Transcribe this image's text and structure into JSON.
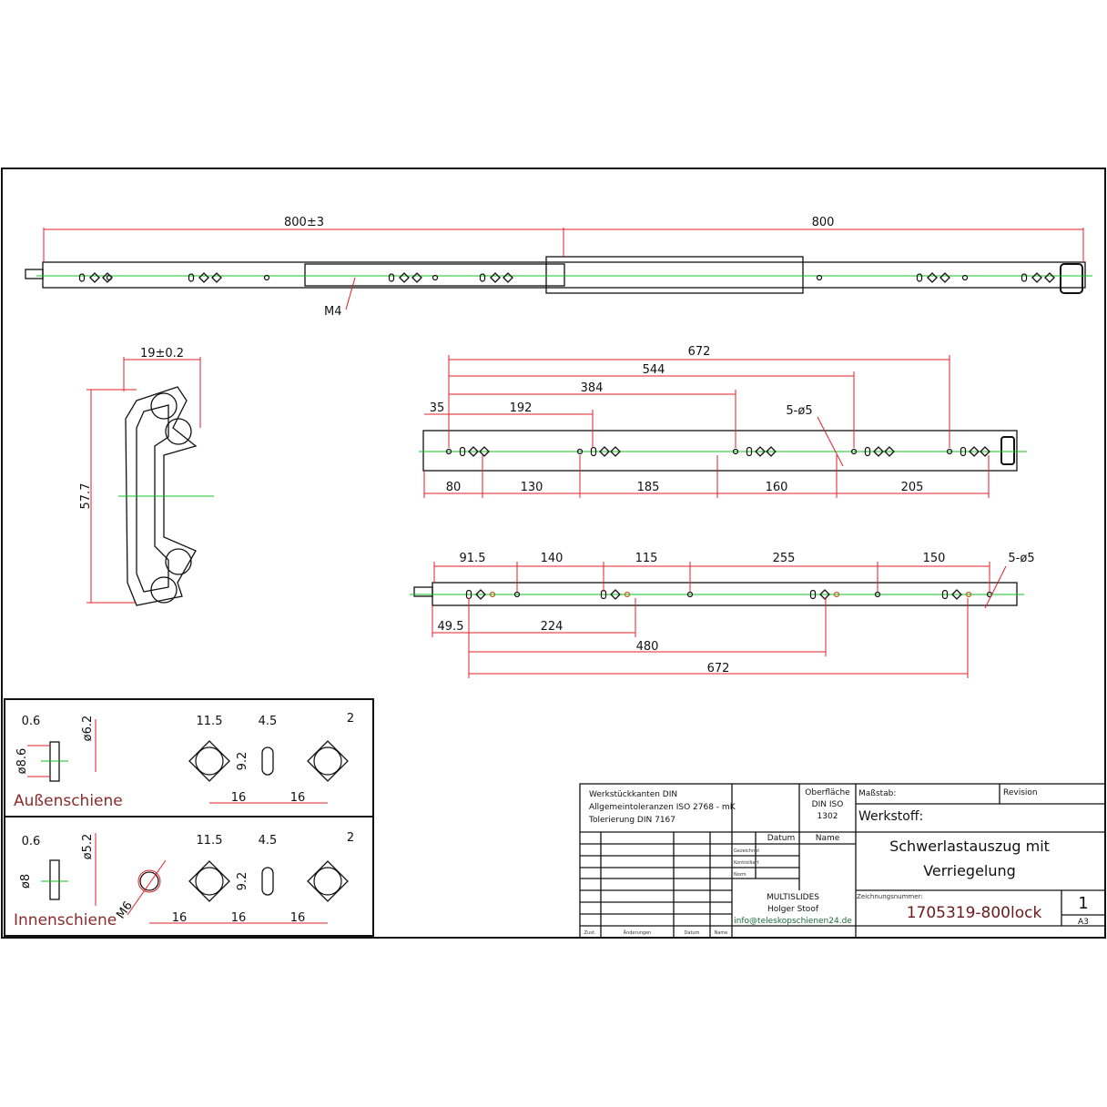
{
  "top_view": {
    "dims": [
      "800±3",
      "800"
    ],
    "thread_label": "M4"
  },
  "cross_section": {
    "width": "19±0.2",
    "height": "57.7"
  },
  "middle_rail": {
    "dims_top": [
      "672",
      "544",
      "384",
      "192",
      "35"
    ],
    "hole_label": "5-ø5",
    "dims_bottom": [
      "80",
      "130",
      "185",
      "160",
      "205"
    ]
  },
  "lower_rail": {
    "dims_top": [
      "91.5",
      "140",
      "115",
      "255",
      "150"
    ],
    "hole_label": "5-ø5",
    "dims_bottom": [
      "49.5",
      "224",
      "480",
      "672"
    ]
  },
  "details": {
    "outer": {
      "title": "Außenschiene",
      "washer": [
        "0.6",
        "ø6.2",
        "ø8.6"
      ],
      "holes": [
        "11.5",
        "4.5",
        "2",
        "9.2",
        "16",
        "16"
      ]
    },
    "inner": {
      "title": "Innenschiene",
      "washer": [
        "0.6",
        "ø5.2",
        "ø8"
      ],
      "thread": "M6",
      "holes": [
        "11.5",
        "4.5",
        "2",
        "9.2",
        "16",
        "16",
        "16"
      ]
    }
  },
  "title_block": {
    "notes": [
      "Werkstückkanten DIN",
      "Allgemeintoleranzen ISO 2768 - mK",
      "Tolerierung DIN 7167"
    ],
    "surface": [
      "Oberfläche",
      "DIN ISO",
      "1302"
    ],
    "scale_label": "Maßstab:",
    "revision_label": "Revision",
    "material_label": "Werkstoff:",
    "col_datum": "Datum",
    "col_name": "Name",
    "rows": [
      "Gezeichnet",
      "Kontrolliert",
      "Norm"
    ],
    "title_lines": [
      "Schwerlastauszug mit",
      "Verriegelung"
    ],
    "company": "MULTISLIDES",
    "person": "Holger Stoof",
    "email": "info@teleskopschienen24.de",
    "drawing_no_label": "Zeichnungsnummer:",
    "drawing_no": "1705319-800lock",
    "sheet": "1",
    "format": "A3",
    "footer": [
      "Zust.",
      "Änderungen",
      "Datum",
      "Name"
    ]
  }
}
